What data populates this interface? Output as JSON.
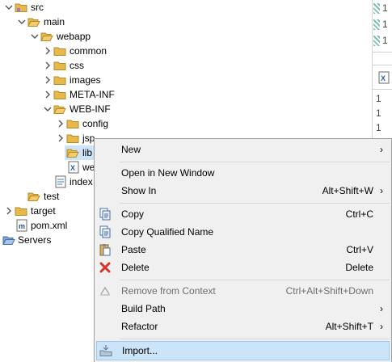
{
  "tree": {
    "items": [
      {
        "label": "src",
        "depth": 0,
        "expanded": true
      },
      {
        "label": "main",
        "depth": 1,
        "expanded": true
      },
      {
        "label": "webapp",
        "depth": 2,
        "expanded": true
      },
      {
        "label": "common",
        "depth": 3,
        "expanded": false
      },
      {
        "label": "css",
        "depth": 3,
        "expanded": false
      },
      {
        "label": "images",
        "depth": 3,
        "expanded": false
      },
      {
        "label": "META-INF",
        "depth": 3,
        "expanded": false
      },
      {
        "label": "WEB-INF",
        "depth": 3,
        "expanded": true
      },
      {
        "label": "config",
        "depth": 4,
        "expanded": false
      },
      {
        "label": "jsp",
        "depth": 4,
        "expanded": false
      },
      {
        "label": "lib",
        "depth": 4,
        "selected": true
      },
      {
        "label": "we",
        "depth": 4,
        "icon": "xml-file-icon"
      },
      {
        "label": "index",
        "depth": 3,
        "icon": "jsp-file-icon"
      },
      {
        "label": "test",
        "depth": 1
      },
      {
        "label": "target",
        "depth": 0,
        "expanded": false
      },
      {
        "label": "pom.xml",
        "depth": 0,
        "icon": "maven-pom-icon"
      },
      {
        "label": "Servers",
        "depth": -1,
        "icon": "servers-folder-icon"
      }
    ]
  },
  "right_pane": {
    "top_digits": [
      "1",
      "1",
      "1"
    ],
    "tab_icon": "xml-file-icon",
    "bottom_digits": [
      "1",
      "1",
      "1"
    ]
  },
  "context_menu": {
    "new": {
      "label": "New",
      "submenu": "›"
    },
    "open_in_new_window": {
      "label": "Open in New Window"
    },
    "show_in": {
      "label": "Show In",
      "shortcut": "Alt+Shift+W",
      "submenu": "›"
    },
    "copy": {
      "label": "Copy",
      "shortcut": "Ctrl+C"
    },
    "copy_qualified_name": {
      "label": "Copy Qualified Name"
    },
    "paste": {
      "label": "Paste",
      "shortcut": "Ctrl+V"
    },
    "delete": {
      "label": "Delete",
      "shortcut": "Delete"
    },
    "remove_from_context": {
      "label": "Remove from Context",
      "shortcut": "Ctrl+Alt+Shift+Down"
    },
    "build_path": {
      "label": "Build Path",
      "submenu": "›"
    },
    "refactor": {
      "label": "Refactor",
      "shortcut": "Alt+Shift+T",
      "submenu": "›"
    },
    "import": {
      "label": "Import..."
    }
  },
  "colors": {
    "folder": "#e8b84a",
    "selection": "#cde3f7",
    "menu_background": "#f0f0f0",
    "menu_highlight": "#cce4f7",
    "delete_red": "#d9342b"
  }
}
